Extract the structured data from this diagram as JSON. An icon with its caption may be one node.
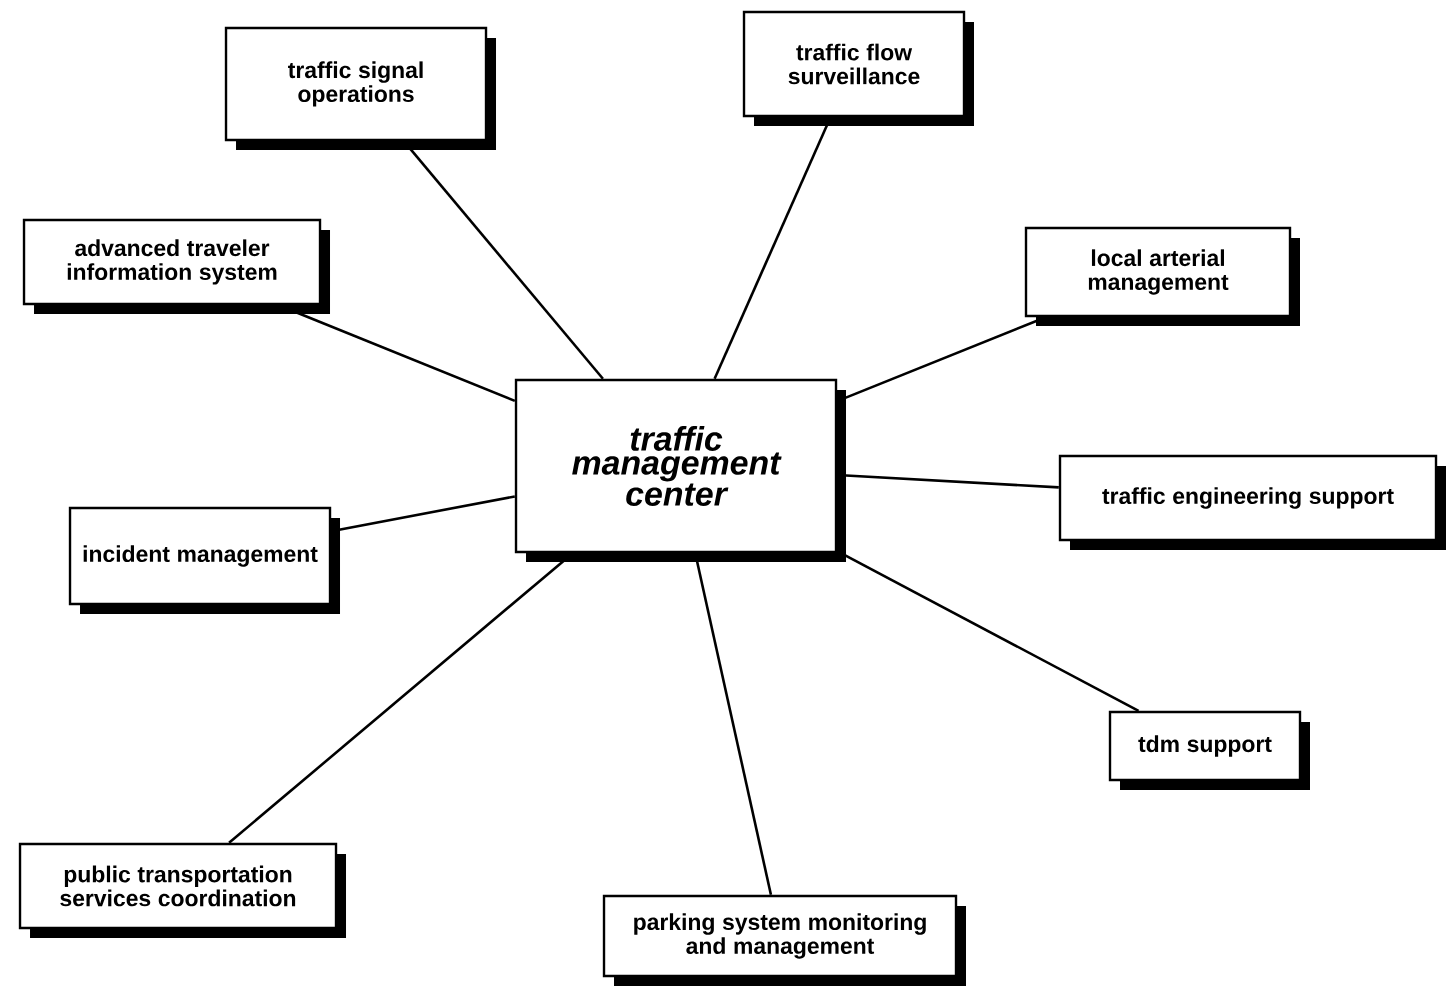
{
  "diagram": {
    "nodes": [
      {
        "text": [
          "traffic management center"
        ]
      },
      {
        "text": [
          "traffic signal operations"
        ]
      },
      {
        "text": [
          "traffic flow surveillance"
        ]
      },
      {
        "text": [
          "local arterial management"
        ]
      },
      {
        "text": [
          "advanced traveler information system"
        ]
      },
      {
        "text": [
          "traffic engineering support"
        ]
      },
      {
        "text": [
          "incident management"
        ]
      },
      {
        "text": [
          "tdm support"
        ]
      },
      {
        "text": [
          "public transportation services coordination"
        ]
      },
      {
        "text": [
          "parking system monitoring and management"
        ]
      }
    ],
    "edges": [
      {
        "from": 0,
        "to": 1,
        "arrow": "none"
      },
      {
        "from": 0,
        "to": 2,
        "arrow": "none"
      },
      {
        "from": 0,
        "to": 3,
        "arrow": "none"
      },
      {
        "from": 0,
        "to": 4,
        "arrow": "none"
      },
      {
        "from": 0,
        "to": 5,
        "arrow": "none"
      },
      {
        "from": 0,
        "to": 6,
        "arrow": "none"
      },
      {
        "from": 0,
        "to": 7,
        "arrow": "none"
      },
      {
        "from": 0,
        "to": 8,
        "arrow": "none"
      },
      {
        "from": 0,
        "to": 9,
        "arrow": "none"
      }
    ]
  }
}
